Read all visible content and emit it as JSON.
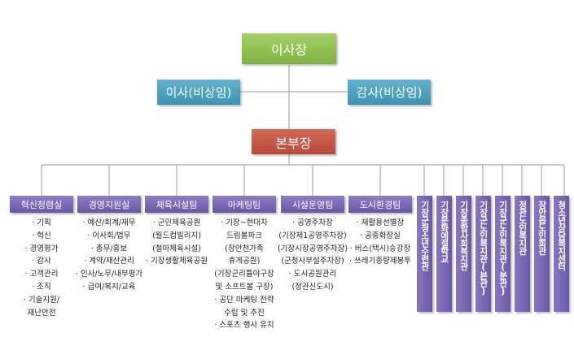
{
  "org_chart": {
    "top": "이사장",
    "directors": "이사(비상임)",
    "auditors": "감사(비상임)",
    "headquarters": "본부장",
    "departments": [
      {
        "name": "혁신청렴실",
        "items": [
          "· 기획",
          "· 혁신",
          "· 경영평가",
          "· 감사",
          "· 고객관리",
          "· 조직",
          "· 기술지원/",
          "재난안전"
        ]
      },
      {
        "name": "경영지원실",
        "items": [
          "· 예산/회계/재무",
          "· 이사회/법무",
          "· 총무/홍보",
          "· 계약/재산관리",
          "· 인사/노무/내부평가",
          "· 급여/복지/교육"
        ]
      },
      {
        "name": "체육시설팀",
        "items": [
          "· 군민체육공원",
          "(월드컵빌리지)",
          "(철마체육시설)",
          "· 기장생활체육공원"
        ]
      },
      {
        "name": "마케팅팀",
        "items": [
          "· 기장~현대차",
          "드림볼파크",
          "(장안천가족",
          "휴게공원)",
          "(기장군리틀야구장",
          "및 소프트볼 구장)",
          "· 공단 마케팅 전략",
          "수립 및 추진",
          "· 스포츠 행사 유치"
        ]
      },
      {
        "name": "시설운영팀",
        "items": [
          "· 공영주차장",
          "(기장제1공영주차장)",
          "(기장시장공영주차장)",
          "(군청사부설주차장)",
          "· 도시공원관리",
          "(정관신도시)"
        ]
      },
      {
        "name": "도시환경팀",
        "items": [
          "· 재활용선별장",
          "· 공중화장실",
          "· 버스(택시)승강장",
          "· 쓰레기종량제봉투"
        ]
      }
    ],
    "facilities": [
      "기장군청소년수련관",
      "기장문화예절학교",
      "기장종합사회복지관",
      "기장군노인복지관(본관)",
      "기장군노인복지관(분관)",
      "정관노인복지관",
      "장안읍노인회관",
      "청소년상담복지센터"
    ]
  },
  "colors": {
    "top": "#8cc050",
    "board": "#4ea4c2",
    "headquarters": "#c65a47",
    "department": "#7b67b6",
    "line": "#9a9a9a"
  }
}
